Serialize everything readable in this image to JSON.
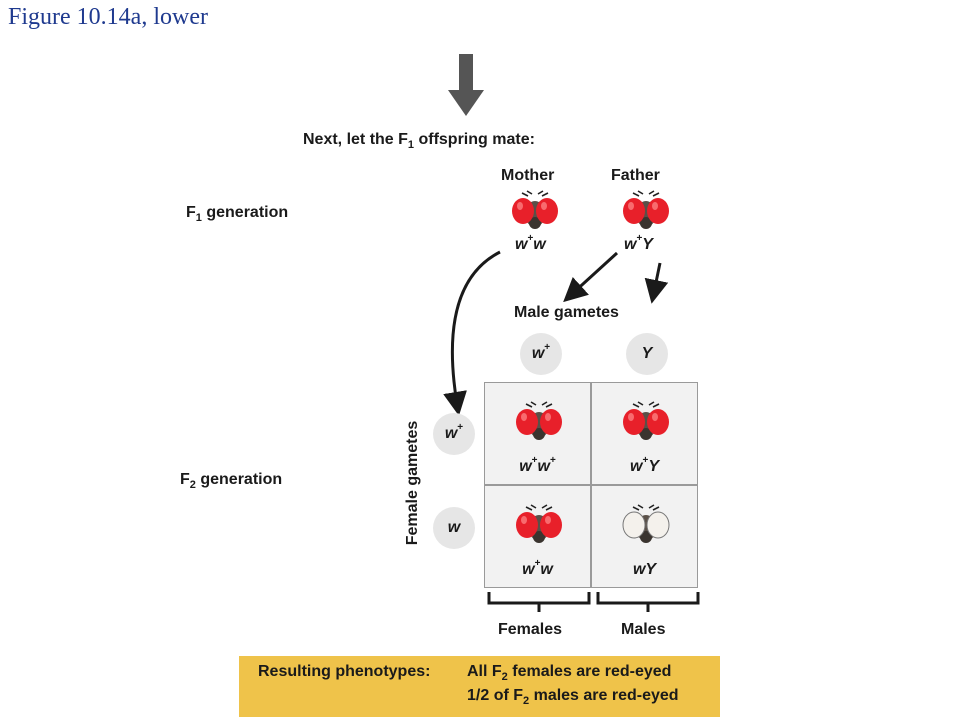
{
  "figure_title": "Figure 10.14a, lower",
  "heading": {
    "prefix": "Next, let the F",
    "sub": "1",
    "suffix": " offspring mate:"
  },
  "parents": {
    "mother_label": "Mother",
    "father_label": "Father",
    "mother_genotype": {
      "a": "w",
      "a_sup": "+",
      "b": "w"
    },
    "father_genotype": {
      "a": "w",
      "a_sup": "+",
      "b": "Y"
    }
  },
  "f1_label": {
    "prefix": "F",
    "sub": "1",
    "suffix": " generation"
  },
  "f2_label": {
    "prefix": "F",
    "sub": "2",
    "suffix": " generation"
  },
  "male_gametes": {
    "label": "Male gametes",
    "g1": "w",
    "g1_sup": "+",
    "g2": "Y"
  },
  "female_gametes": {
    "label": "Female gametes",
    "g1": "w",
    "g1_sup": "+",
    "g2": "w"
  },
  "punnett": {
    "c11": {
      "a": "w",
      "a_sup": "+",
      "b": "w",
      "b_sup": "+",
      "eye": "red"
    },
    "c12": {
      "a": "w",
      "a_sup": "+",
      "b": "Y",
      "eye": "red"
    },
    "c21": {
      "a": "w",
      "a_sup": "+",
      "b": "w",
      "eye": "red"
    },
    "c22": {
      "a": "w",
      "b": "Y",
      "eye": "white"
    }
  },
  "brackets": {
    "females": "Females",
    "males": "Males"
  },
  "results": {
    "label": "Resulting phenotypes:",
    "line1": {
      "prefix": "All F",
      "sub": "2",
      "suffix": " females are red-eyed"
    },
    "line2": {
      "prefix": "1/2 of F",
      "sub": "2",
      "suffix": " males are red-eyed"
    }
  },
  "colors": {
    "red_eye": "#e8202a",
    "white_eye": "#f4f1ec",
    "arrow": "#555555",
    "result_box": "#efc34a",
    "title": "#1f3a8f"
  },
  "icons": {
    "fly": "fruit-fly-icon",
    "arrow": "down-arrow-icon"
  }
}
